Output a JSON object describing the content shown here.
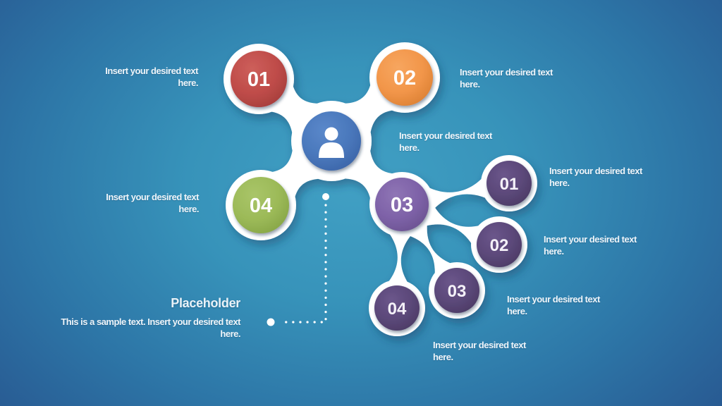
{
  "slide": {
    "background": {
      "center_color": "#3f9cc1",
      "edge_color": "#27538d"
    },
    "center_node": {
      "icon": "person",
      "color": "#4a78bc",
      "caption": {
        "line1": "Insert your desired text",
        "line2": "here."
      }
    },
    "main_nodes": [
      {
        "number": "01",
        "color": "#bf4c49",
        "caption": {
          "line1": "Insert your desired text",
          "line2": "here."
        }
      },
      {
        "number": "02",
        "color": "#f2964a",
        "caption": {
          "line1": "Insert your desired text",
          "line2": "here."
        }
      },
      {
        "number": "03",
        "color": "#7e62a8"
      },
      {
        "number": "04",
        "color": "#9cba58",
        "caption": {
          "line1": "Insert your desired text",
          "line2": "here."
        }
      }
    ],
    "sub_nodes": [
      {
        "number": "01",
        "color": "#5b4879",
        "caption": {
          "line1": "Insert your desired text",
          "line2": "here."
        }
      },
      {
        "number": "02",
        "color": "#5b4879",
        "caption": {
          "line1": "Insert your desired text",
          "line2": "here."
        }
      },
      {
        "number": "03",
        "color": "#5b4879",
        "caption": {
          "line1": "Insert your desired text",
          "line2": "here."
        }
      },
      {
        "number": "04",
        "color": "#5b4879",
        "caption": {
          "line1": "Insert your desired text",
          "line2": "here."
        }
      }
    ],
    "placeholder": {
      "title": "Placeholder",
      "line1": "This is a sample text. Insert your desired text",
      "line2": "here."
    }
  }
}
